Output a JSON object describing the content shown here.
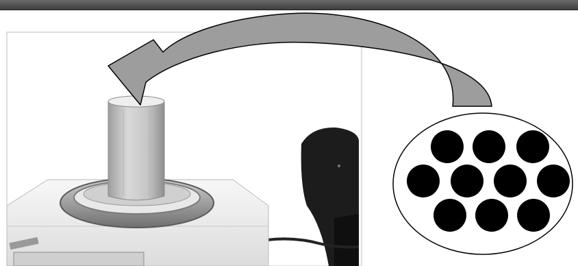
{
  "scene": {
    "description_free": true,
    "colors": {
      "top_bar": "#4a4a4a",
      "arrow_fill": "#9d9d9d",
      "arrow_stroke": "#000000",
      "particle_fill": "#000000",
      "container_fill": "#ffffff",
      "cylinder": "#d4d4d4",
      "scale_body": "#f3f3f3",
      "instrument_dark": "#1a1a1a"
    },
    "particle_count": 10,
    "icons": [
      "curved-arrow",
      "particle-ellipse",
      "balance-photo"
    ]
  }
}
